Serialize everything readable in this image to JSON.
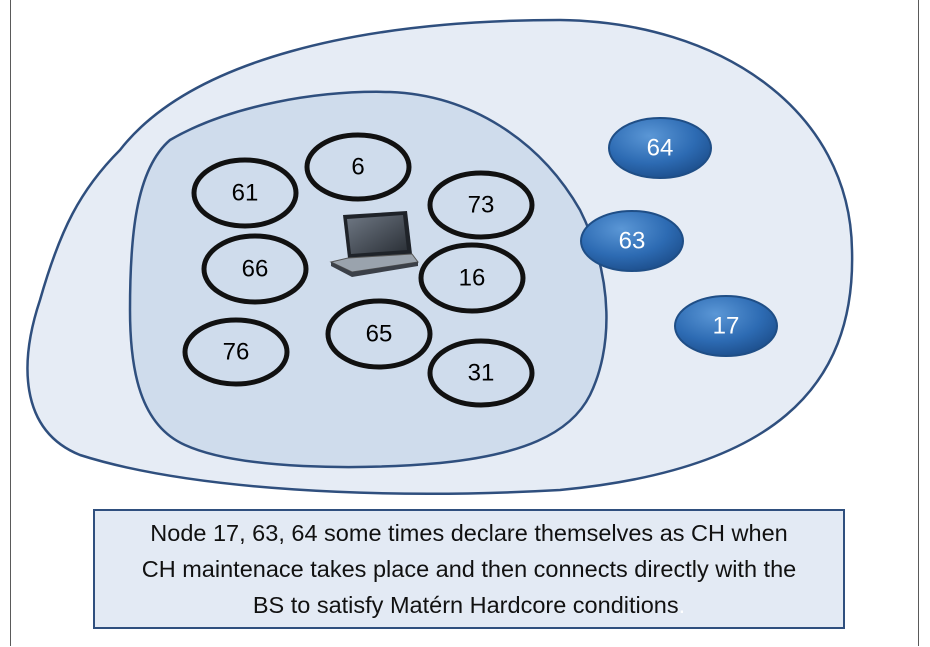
{
  "diagram": {
    "inner_nodes": [
      {
        "id": "node-61",
        "label": "61"
      },
      {
        "id": "node-6",
        "label": "6"
      },
      {
        "id": "node-73",
        "label": "73"
      },
      {
        "id": "node-66",
        "label": "66"
      },
      {
        "id": "node-16",
        "label": "16"
      },
      {
        "id": "node-76",
        "label": "76"
      },
      {
        "id": "node-65",
        "label": "65"
      },
      {
        "id": "node-31",
        "label": "31"
      }
    ],
    "outer_nodes": [
      {
        "id": "node-64",
        "label": "64"
      },
      {
        "id": "node-63",
        "label": "63"
      },
      {
        "id": "node-17",
        "label": "17"
      }
    ],
    "center_icon": "laptop-icon",
    "colors": {
      "outer_region_fill": "#e6ecf5",
      "inner_region_fill": "#cfdcec",
      "region_stroke": "#2f4f7e",
      "ring_stroke": "#111111",
      "blue_node": "#2d6bb3",
      "blue_node_text": "#ffffff"
    }
  },
  "caption": {
    "line1": "Node 17, 63, 64 some times declare themselves as CH when",
    "line2": "CH maintenace takes place and then connects directly with the",
    "line3": "BS to satisfy Matérn Hardcore conditions",
    "line3_end": "."
  }
}
